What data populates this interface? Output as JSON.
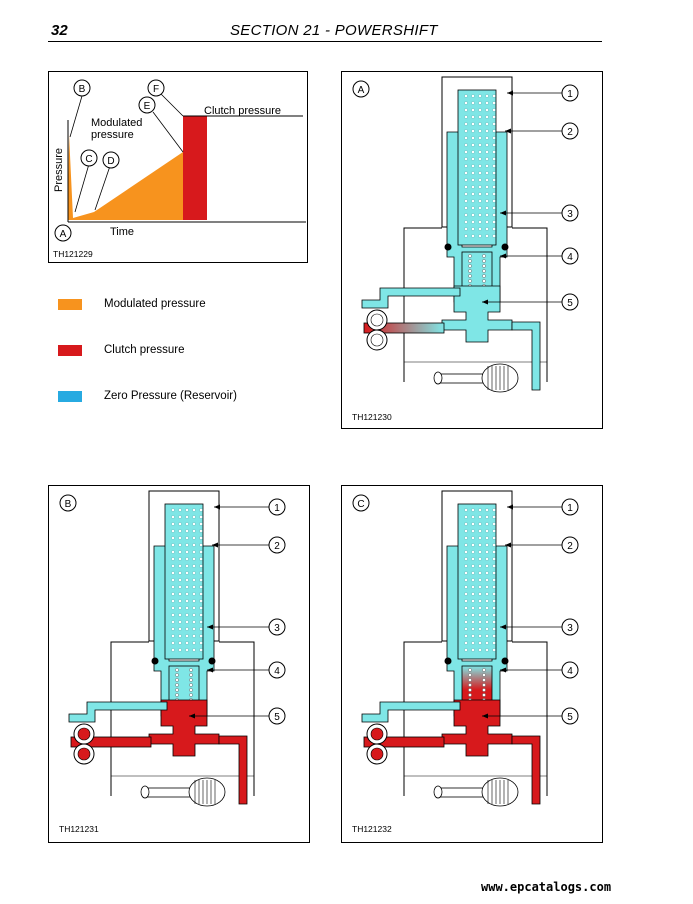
{
  "header": {
    "page": "32",
    "section": "SECTION 21 - POWERSHIFT"
  },
  "colors": {
    "modulated": "#f7931e",
    "clutch": "#d7191c",
    "reservoir": "#27aae1",
    "fluid": "#7fe6e6"
  },
  "pressure_chart": {
    "figure_id": "TH121229",
    "ylabel": "Pressure",
    "xlabel": "Time",
    "labels": {
      "modulated": "Modulated pressure",
      "clutch": "Clutch pressure"
    },
    "points": [
      "A",
      "B",
      "C",
      "D",
      "E",
      "F"
    ]
  },
  "legend": [
    {
      "label": "Modulated pressure",
      "color": "#f7931e"
    },
    {
      "label": "Clutch pressure",
      "color": "#d7191c"
    },
    {
      "label": "Zero Pressure (Reservoir)",
      "color": "#27aae1"
    }
  ],
  "diagrams": [
    {
      "letter": "A",
      "figure_id": "TH121230",
      "callouts": [
        "1",
        "2",
        "3",
        "4",
        "5"
      ]
    },
    {
      "letter": "B",
      "figure_id": "TH121231",
      "callouts": [
        "1",
        "2",
        "3",
        "4",
        "5"
      ]
    },
    {
      "letter": "C",
      "figure_id": "TH121232",
      "callouts": [
        "1",
        "2",
        "3",
        "4",
        "5"
      ]
    }
  ],
  "footer": {
    "url": "www.epcatalogs.com"
  }
}
